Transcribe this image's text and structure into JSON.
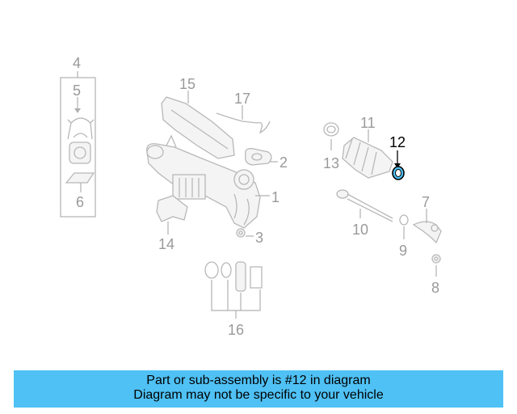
{
  "callouts": {
    "c1": "1",
    "c2": "2",
    "c3": "3",
    "c4": "4",
    "c5": "5",
    "c6": "6",
    "c7": "7",
    "c8": "8",
    "c9": "9",
    "c10": "10",
    "c11": "11",
    "c12": "12",
    "c13": "13",
    "c14": "14",
    "c15": "15",
    "c16": "16",
    "c17": "17"
  },
  "highlighted_part": "12",
  "colors": {
    "caption_bg": "#4fc1f5",
    "highlight": "#4fc1f5",
    "callout_inactive": "#9a9a9a"
  },
  "caption": {
    "line1": "Part or sub-assembly is #12 in diagram",
    "line2": "Diagram may not be specific to your vehicle"
  }
}
